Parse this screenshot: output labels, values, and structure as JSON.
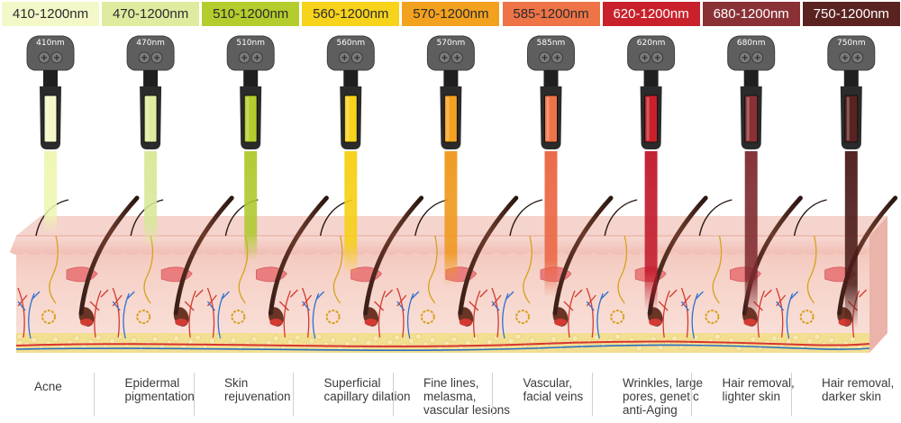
{
  "bands": [
    {
      "range": "410-1200nm",
      "wl": "410nm",
      "color": "#f4f8c8",
      "beam": "#eef6b0",
      "caption": [
        "Acne"
      ]
    },
    {
      "range": "470-1200nm",
      "wl": "470nm",
      "color": "#dfeca0",
      "beam": "#d7e896",
      "caption": [
        "Epidermal",
        "pigmentation"
      ]
    },
    {
      "range": "510-1200nm",
      "wl": "510nm",
      "color": "#b5cd2c",
      "beam": "#aec82c",
      "caption": [
        "Skin",
        "rejuvenation"
      ]
    },
    {
      "range": "560-1200nm",
      "wl": "560nm",
      "color": "#f7d31c",
      "beam": "#f6cf12",
      "caption": [
        "Superficial",
        "capillary dilation"
      ]
    },
    {
      "range": "570-1200nm",
      "wl": "570nm",
      "color": "#f3a21f",
      "beam": "#ef9719",
      "caption": [
        "Fine lines,",
        "melasma,",
        "vascular lesions"
      ]
    },
    {
      "range": "585-1200nm",
      "wl": "585nm",
      "color": "#ee7447",
      "beam": "#ea6440",
      "caption": [
        "Vascular,",
        "facial veins"
      ]
    },
    {
      "range": "620-1200nm",
      "wl": "620nm",
      "color": "#c9212b",
      "beam": "#c0182a",
      "caption": [
        "Wrinkles, large",
        "pores, genetic",
        "anti-Aging"
      ]
    },
    {
      "range": "680-1200nm",
      "wl": "680nm",
      "color": "#8a3136",
      "beam": "#7e2a2f",
      "caption": [
        "Hair removal,",
        "lighter skin"
      ]
    },
    {
      "range": "750-1200nm",
      "wl": "750nm",
      "color": "#5a2320",
      "beam": "#4a1a18",
      "caption": [
        "Hair removal,",
        "darker skin"
      ]
    }
  ],
  "colors": {
    "skin_top": "#f3c8c0",
    "skin_mid": "#f6d3cb",
    "dermis": "#f8e0da",
    "fat": "#f3df92",
    "handpiece": "#2b2b2b",
    "head": "#5e5e5e"
  },
  "icons": {
    "handpiece": "ipl-handpiece-icon",
    "skin": "skin-cross-section-illustration"
  }
}
